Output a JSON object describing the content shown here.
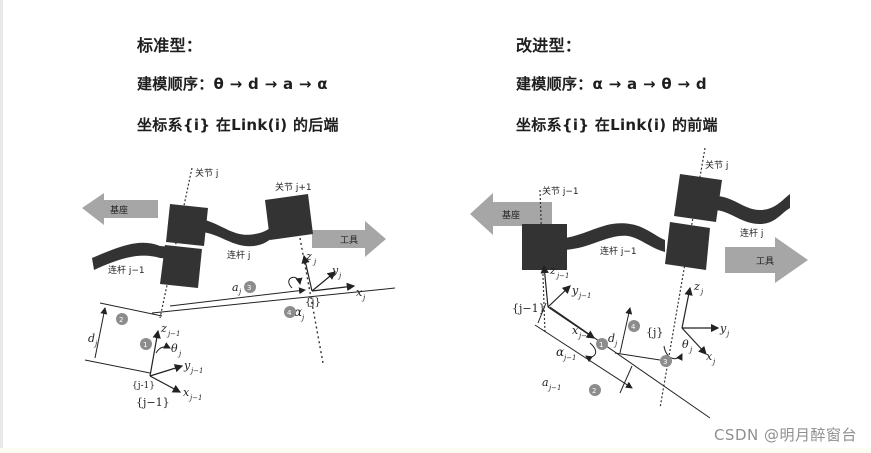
{
  "left_panel": {
    "title": "标准型：",
    "order_line": "建模顺序：θ → d → a → α",
    "frame_line": "坐标系{i} 在Link(i) 的后端",
    "diagram": {
      "base_label": "基座",
      "tool_label": "工具",
      "joint_labels": [
        "关节 j",
        "关节 j+1"
      ],
      "link_labels": [
        "连杆 j−1",
        "连杆 j"
      ],
      "frame_origin_labels": [
        "{j}",
        "{j-1}",
        "{j−1}"
      ],
      "axis_labels": {
        "z_j": "z",
        "y_j": "y",
        "x_j": "x",
        "z_j1": "z",
        "y_j1": "y",
        "x_j1": "x",
        "sub_j": "j",
        "sub_j1": "j−1"
      },
      "param_labels": {
        "a": "a",
        "a_sub": "j",
        "alpha": "α",
        "alpha_sub": "j",
        "d": "d",
        "d_sub": "j",
        "theta": "θ",
        "theta_sub": "j"
      },
      "step_markers": [
        "1",
        "2",
        "3",
        "4"
      ]
    }
  },
  "right_panel": {
    "title": "改进型：",
    "order_line": "建模顺序：α → a → θ → d",
    "frame_line": "坐标系{i} 在Link(i) 的前端",
    "diagram": {
      "base_label": "基座",
      "tool_label": "工具",
      "joint_labels": [
        "关节 j−1",
        "关节 j"
      ],
      "link_labels": [
        "连杆 j−1",
        "连杆 j"
      ],
      "frame_origin_labels": [
        "{j−1}",
        "{j}"
      ],
      "axis_labels": {
        "z": "z",
        "y": "y",
        "x": "x",
        "sub_j": "j",
        "sub_j1": "j−1"
      },
      "param_labels": {
        "a": "a",
        "a_sub": "j−1",
        "alpha": "α",
        "alpha_sub": "j−1",
        "d": "d",
        "d_sub": "j",
        "theta": "θ",
        "theta_sub": "j"
      },
      "step_markers": [
        "1",
        "2",
        "3",
        "4"
      ]
    }
  },
  "watermark": "CSDN @明月醉窗台",
  "colors": {
    "link_block": "#333333",
    "arrow_fill": "#a6a6a6",
    "text": "#1e1e1e",
    "marker": "#8c8c8c",
    "watermark": "#8f8f8f"
  }
}
